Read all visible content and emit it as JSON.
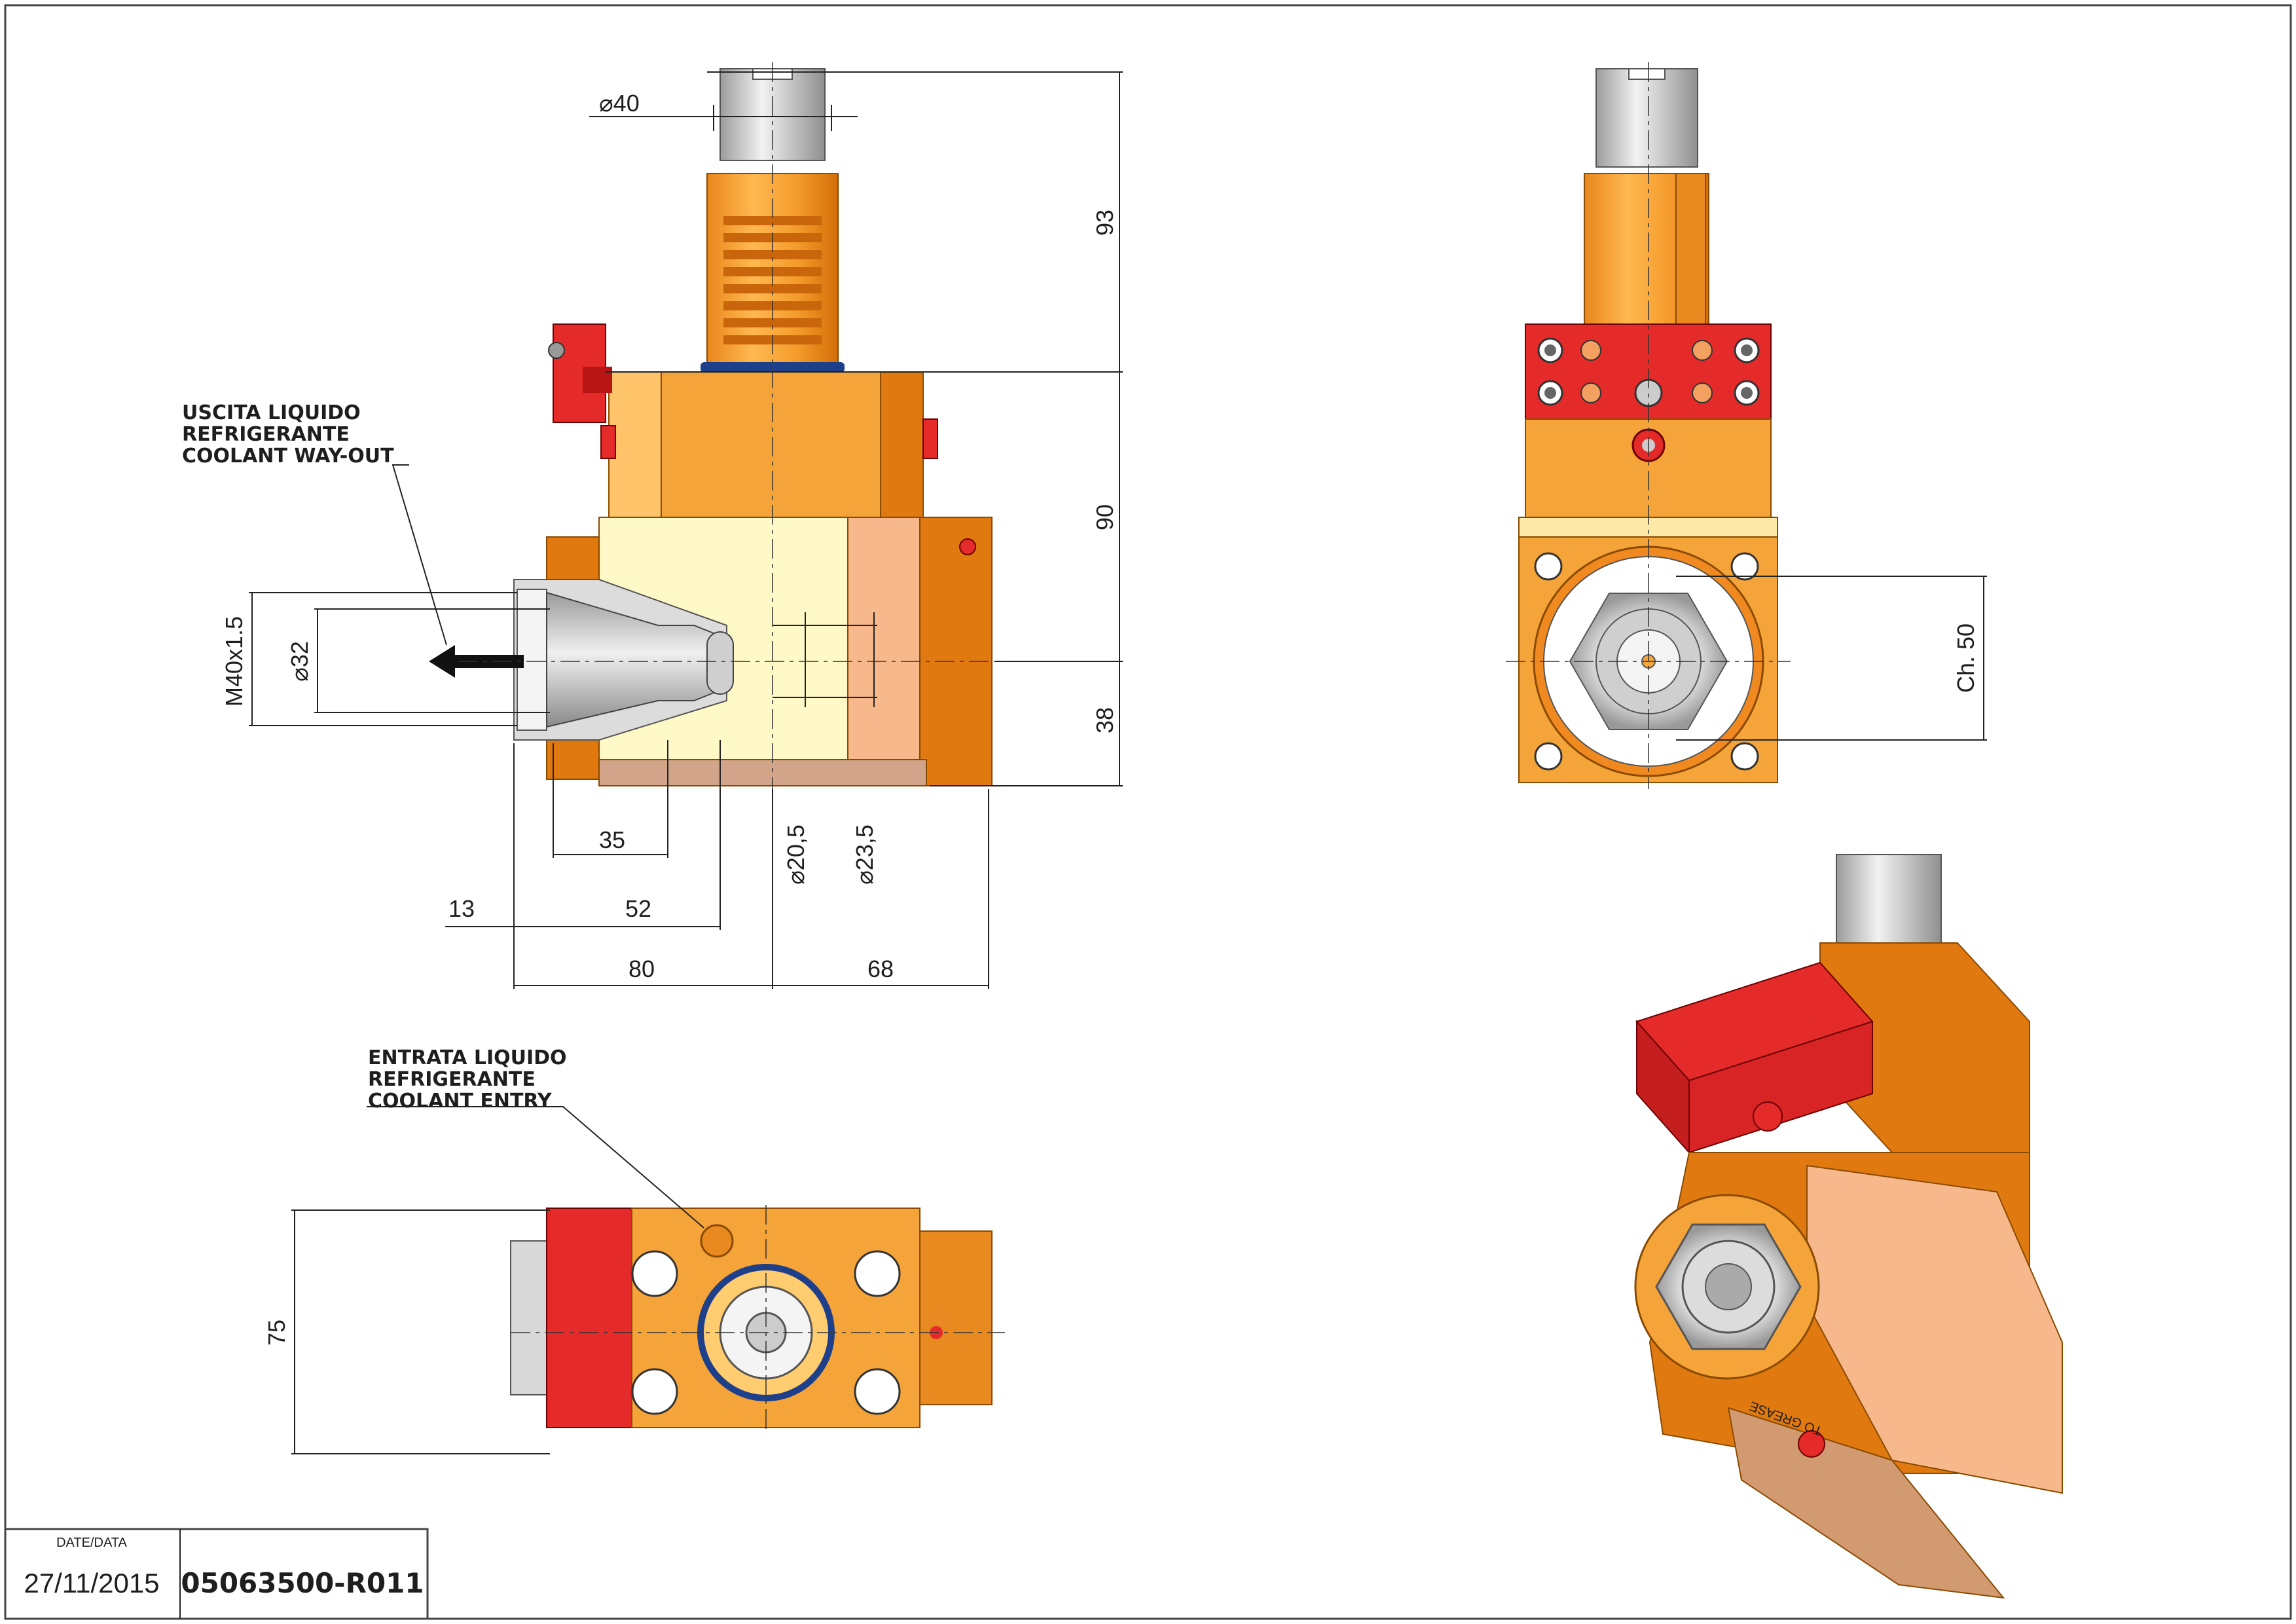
{
  "dimensions": {
    "d40": "⌀40",
    "h93": "93",
    "h90": "90",
    "h38": "38",
    "m40": "M40x1.5",
    "d32": "⌀32",
    "d20_5": "⌀20,5",
    "d23_5": "⌀23,5",
    "w35": "35",
    "w13": "13",
    "w52": "52",
    "w80": "80",
    "w68": "68",
    "ch50": "Ch. 50",
    "h75": "75"
  },
  "notes": {
    "coolant_out": [
      "USCITA LIQUIDO",
      "REFRIGERANTE",
      "COOLANT WAY-OUT"
    ],
    "coolant_in": [
      "ENTRATA LIQUIDO",
      "REFRIGERANTE",
      "COOLANT ENTRY"
    ],
    "iso_marking": "TO GREASE"
  },
  "title_block": {
    "date_label": "DATE/DATA",
    "date": "27/11/2015",
    "code": "05063500-R011"
  },
  "colors": {
    "orange_dark": "#e07a10",
    "orange": "#f5a43a",
    "orange_light": "#ffc46a",
    "cream": "#fff9c8",
    "salmon": "#f7b98c",
    "red": "#e52a2a",
    "steel": "#d4d4d4",
    "blue": "#1e3f8a"
  }
}
